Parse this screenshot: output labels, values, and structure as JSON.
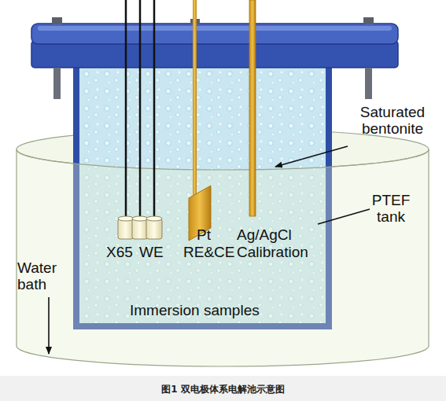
{
  "diagram": {
    "caption": "图1 双电极体系电解池示意图",
    "labels": [
      "Saturated bentonite",
      "PTEF tank",
      "Water bath",
      "Pt",
      "Ag/AgCl",
      "X65",
      "WE",
      "RE&CE",
      "Calibration",
      "Immersion samples"
    ]
  }
}
